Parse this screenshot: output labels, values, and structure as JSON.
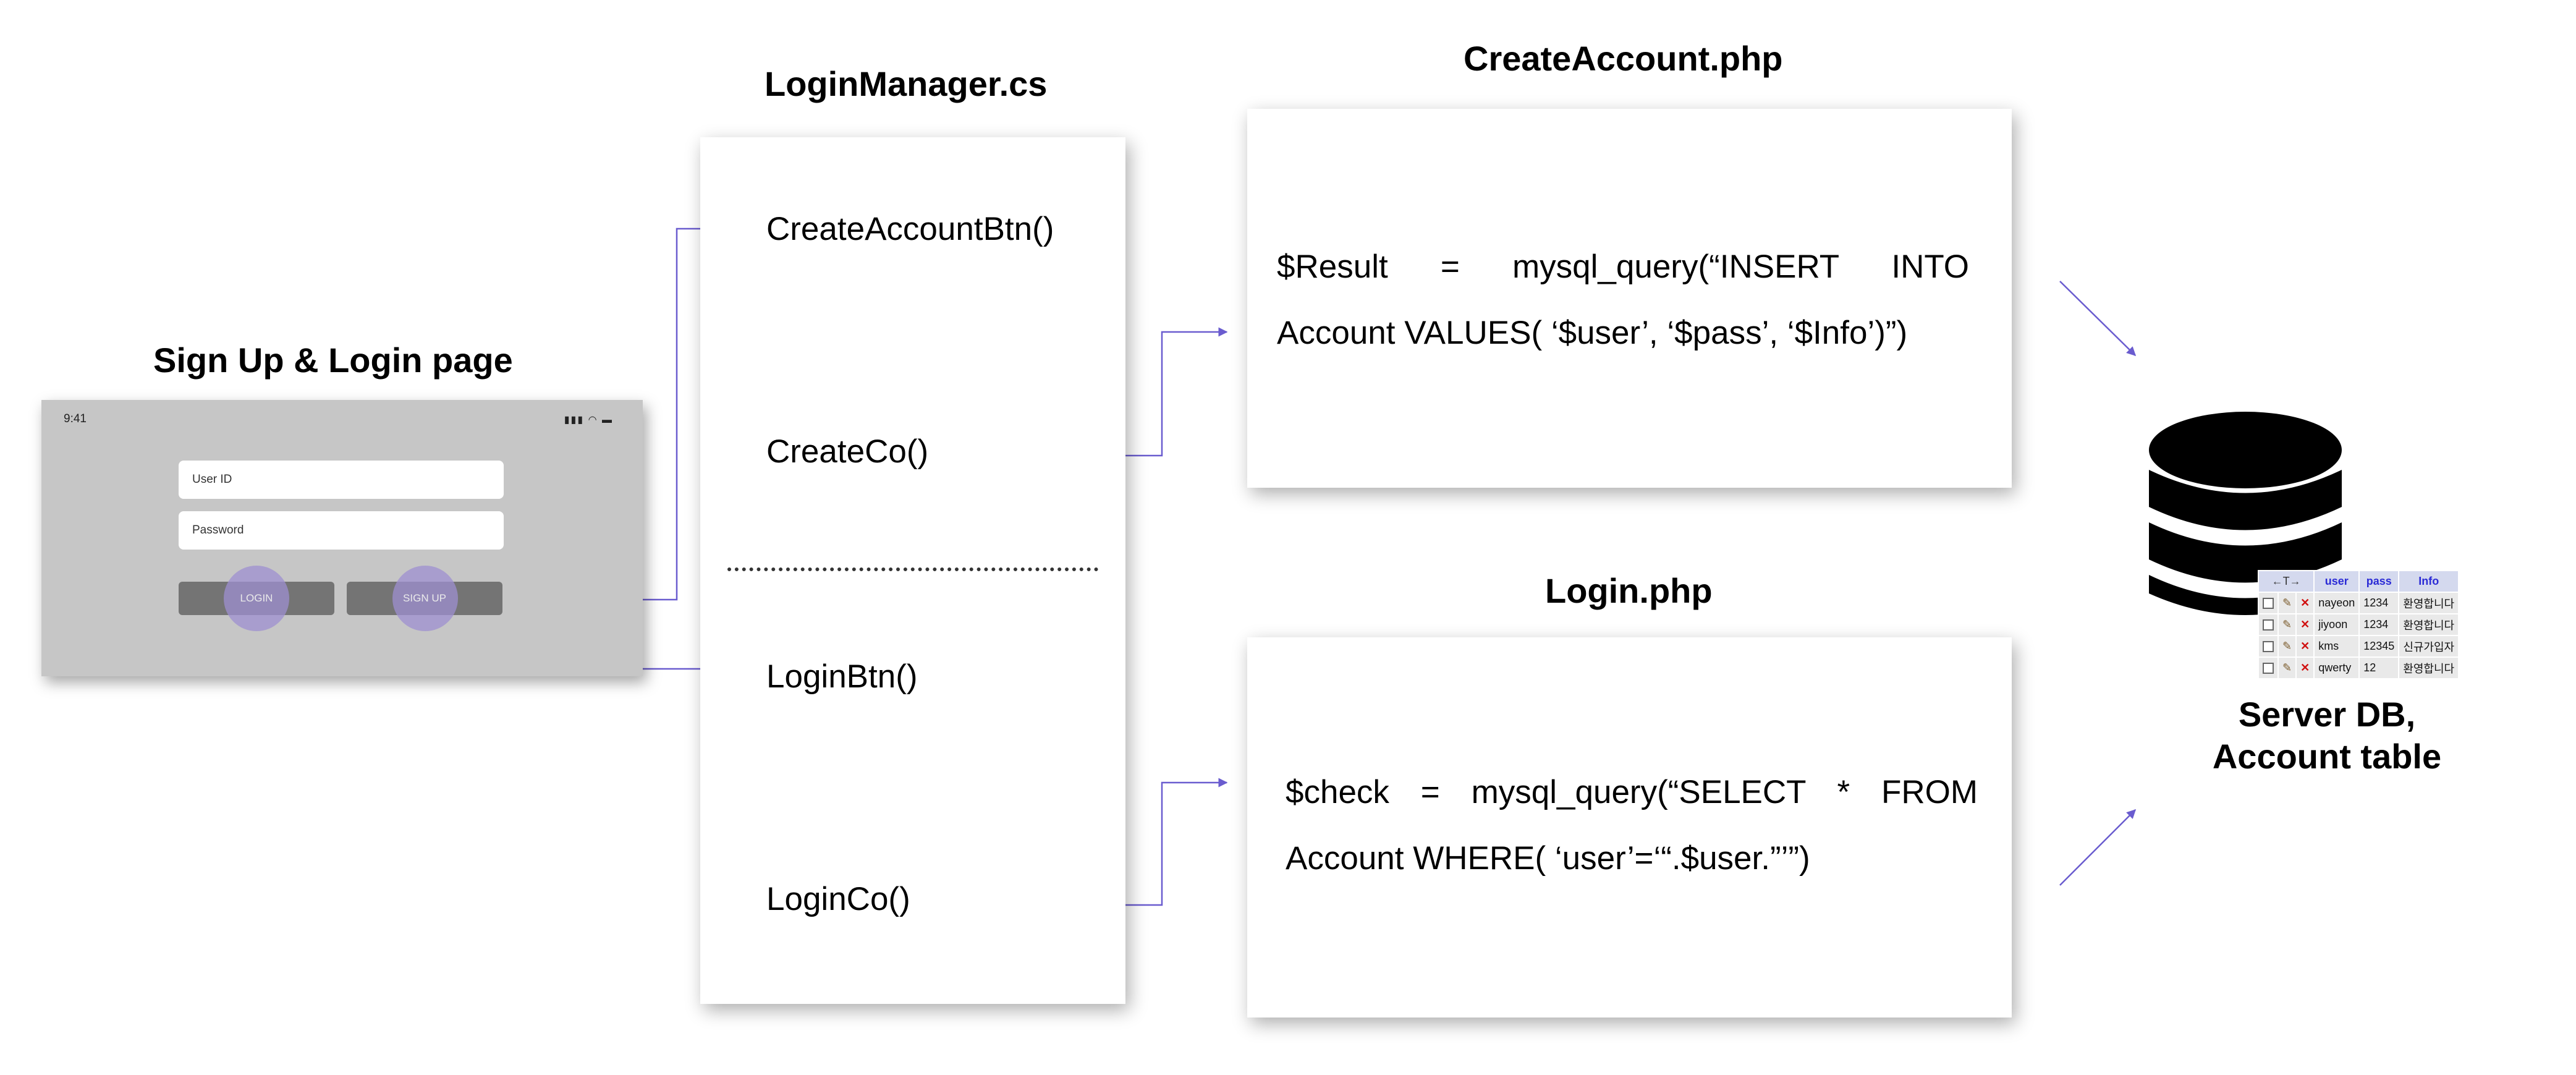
{
  "titles": {
    "signup_login": "Sign Up & Login page",
    "login_manager": "LoginManager.cs",
    "create_account_php": "CreateAccount.php",
    "login_php": "Login.php",
    "server_db_line1": "Server DB,",
    "server_db_line2": "Account table"
  },
  "phone": {
    "time": "9:41",
    "status_icons": "signal-wifi-battery",
    "user_id_placeholder": "User ID",
    "password_placeholder": "Password",
    "login_button": "LOGIN",
    "signup_button": "SIGN UP"
  },
  "login_manager": {
    "create_account_btn": "CreateAccountBtn()",
    "create_co": "CreateCo()",
    "login_btn": "LoginBtn()",
    "login_co": "LoginCo()"
  },
  "create_account_php": {
    "line1": "$Result = mysql_query(“INSERT INTO",
    "line2": "Account VALUES( ‘$user’, ‘$pass’, ‘$Info’)”)"
  },
  "login_php": {
    "line1": "$check = mysql_query(“SELECT * FROM",
    "line2": "Account WHERE( ‘user’=‘“.$user.”’”)"
  },
  "db_table": {
    "nav": "←T→",
    "columns": [
      "user",
      "pass",
      "Info"
    ],
    "rows": [
      {
        "user": "nayeon",
        "pass": "1234",
        "info": "환영합니다"
      },
      {
        "user": "jiyoon",
        "pass": "1234",
        "info": "환영합니다"
      },
      {
        "user": "kms",
        "pass": "12345",
        "info": "신규가입자"
      },
      {
        "user": "qwerty",
        "pass": "12",
        "info": "환영합니다"
      }
    ]
  },
  "colors": {
    "arrow": "#6a5ccf",
    "phone_bg": "#c6c6c6",
    "button_bg": "#747474",
    "ripple": "#9d8fd0",
    "db_header_text": "#2b2bd6"
  }
}
